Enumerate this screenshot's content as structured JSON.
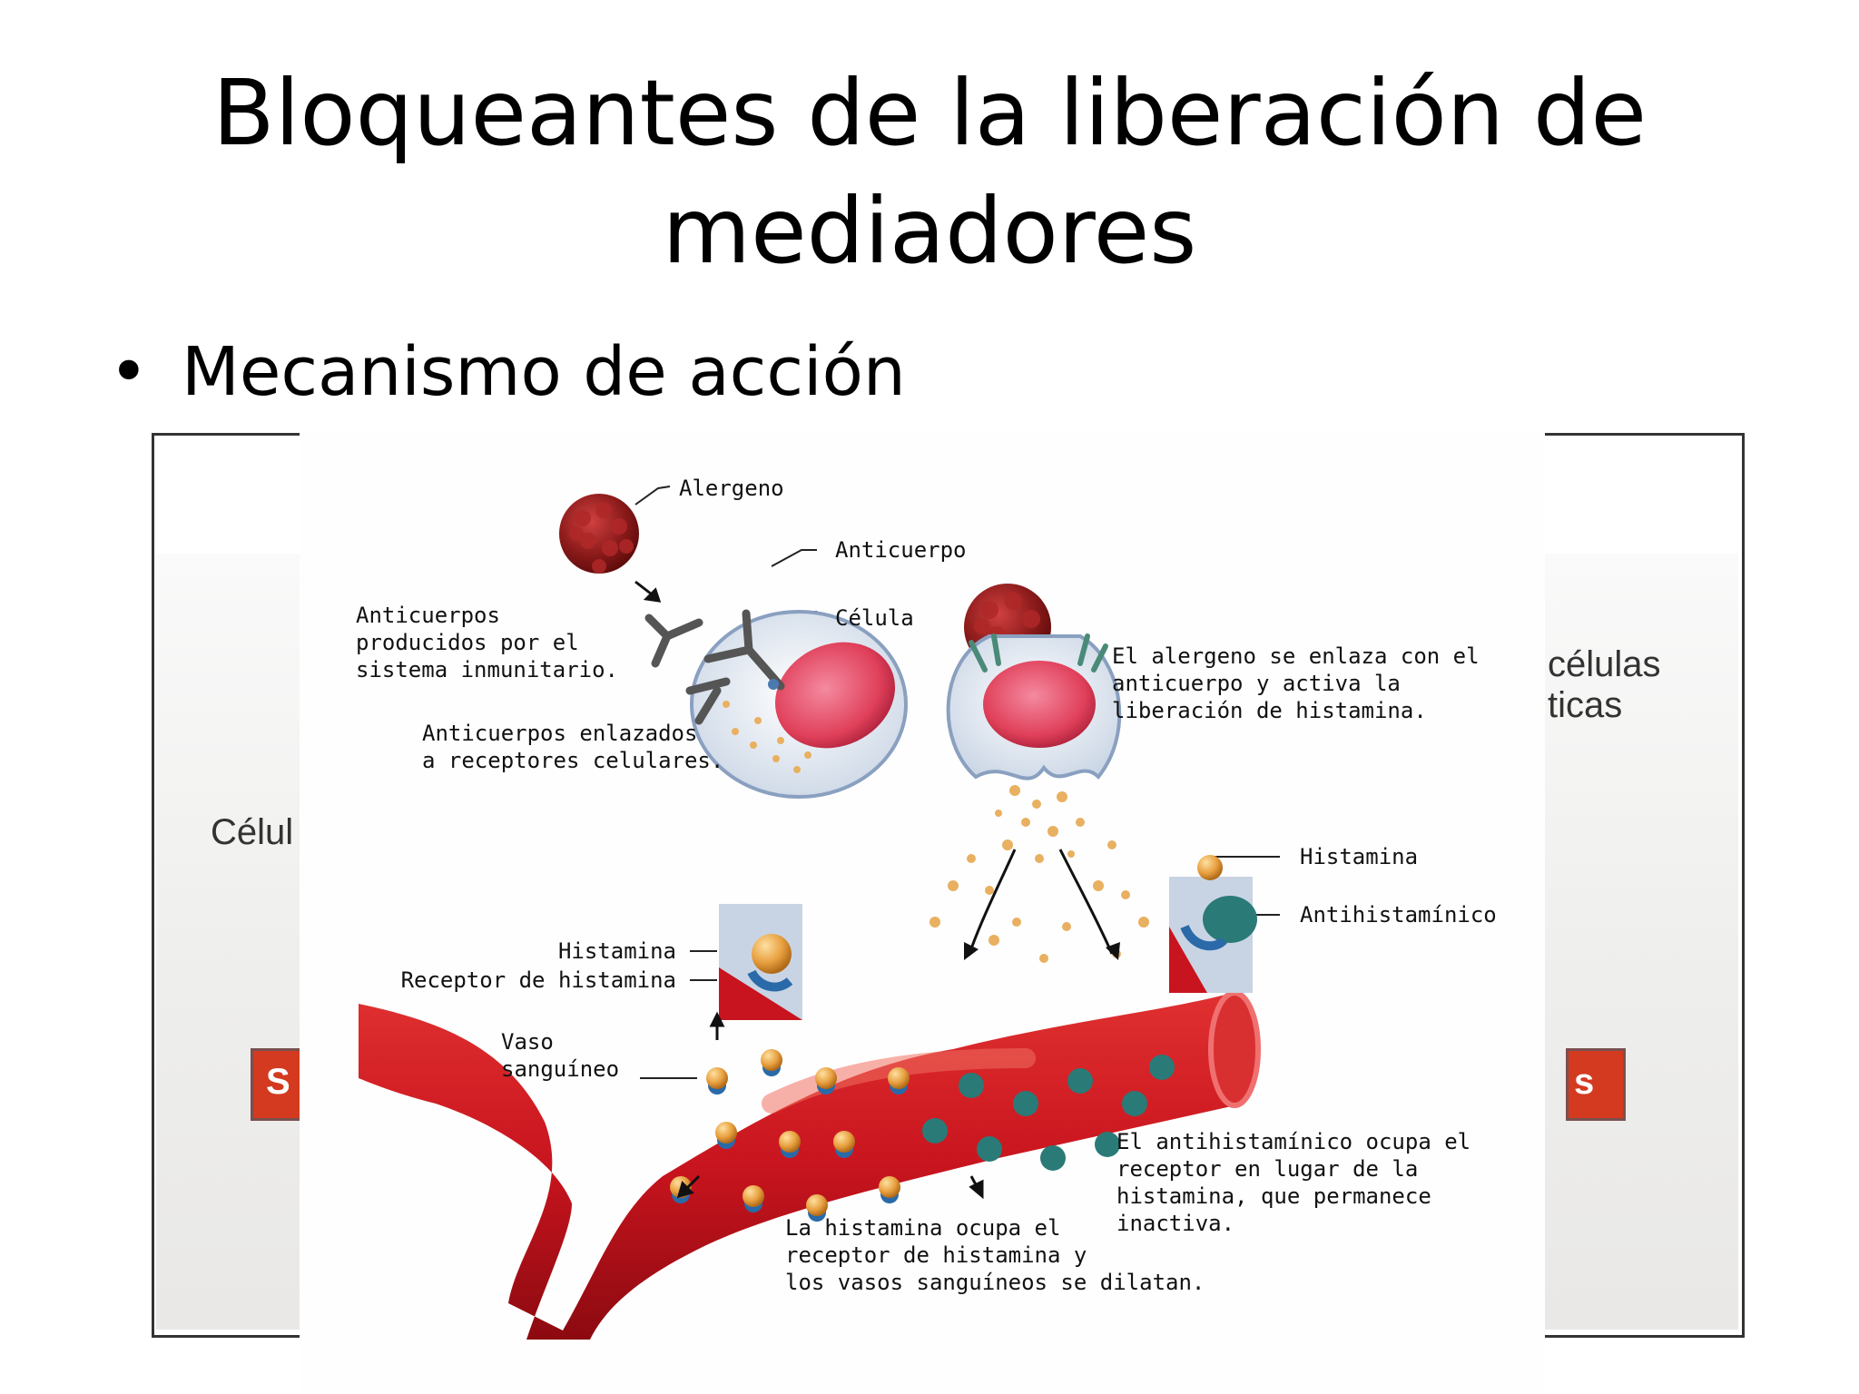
{
  "slide": {
    "title_line1": "Bloqueantes de la liberación de",
    "title_line2": "mediadores",
    "bullet": "•",
    "bullet_text": "Mecanismo de acción"
  },
  "background_panel": {
    "fragment_right_1": "células",
    "fragment_right_2": "ticas",
    "fragment_left": "Célul",
    "button_left_label": "S",
    "button_right_label": "s"
  },
  "diagram": {
    "label_alergeno": "Alergeno",
    "label_anticuerpo": "Anticuerpo",
    "label_celula": "Célula",
    "text_anticuerpos_producidos": [
      "Anticuerpos",
      "producidos por el",
      "sistema inmunitario."
    ],
    "text_anticuerpos_enlazados": [
      "Anticuerpos enlazados",
      "a receptores celulares."
    ],
    "text_alergeno_enlaza": [
      "El alergeno se enlaza con el",
      "anticuerpo y activa la",
      "liberación de histamina."
    ],
    "label_histamina_right": "Histamina",
    "label_antihistaminico": "Antihistamínico",
    "label_histamina_left": "Histamina",
    "label_receptor": "Receptor de histamina",
    "label_vaso": [
      "Vaso",
      "sanguíneo"
    ],
    "text_antihistaminico_ocupa": [
      "El antihistamínico ocupa el",
      "receptor en lugar de la",
      "histamina, que permanece",
      "inactiva."
    ],
    "text_histamina_ocupa": [
      "La histamina ocupa el",
      "receptor de histamina y",
      "los vasos sanguíneos se dilatan."
    ]
  },
  "colors": {
    "allergen": "#8b1a1a",
    "vessel": "#c8141e",
    "nucleus": "#e0405a",
    "histamine": "#e8a040",
    "antihistamine": "#2a7a78",
    "receptor": "#2a6aa8",
    "button_red": "#d33a1f"
  }
}
